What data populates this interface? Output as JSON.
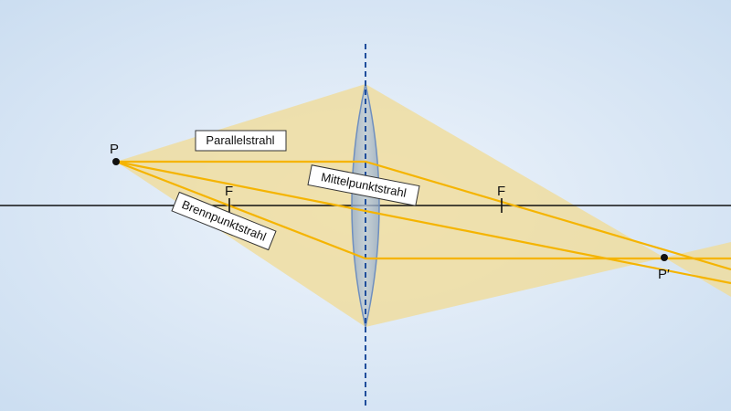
{
  "diagram": {
    "labels": {
      "parallel": "Parallelstrahl",
      "center": "Mittelpunktstrahl",
      "focal": "Brennpunktstrahl"
    },
    "points": {
      "object": "P",
      "image": "P′",
      "focus_left": "F",
      "focus_right": "F"
    },
    "colors": {
      "background": "#dbe8f6",
      "cone": "#f0dc9a",
      "ray": "#f5b400",
      "lens": "#9fb6d4",
      "axis": "#1f4e9c"
    }
  }
}
